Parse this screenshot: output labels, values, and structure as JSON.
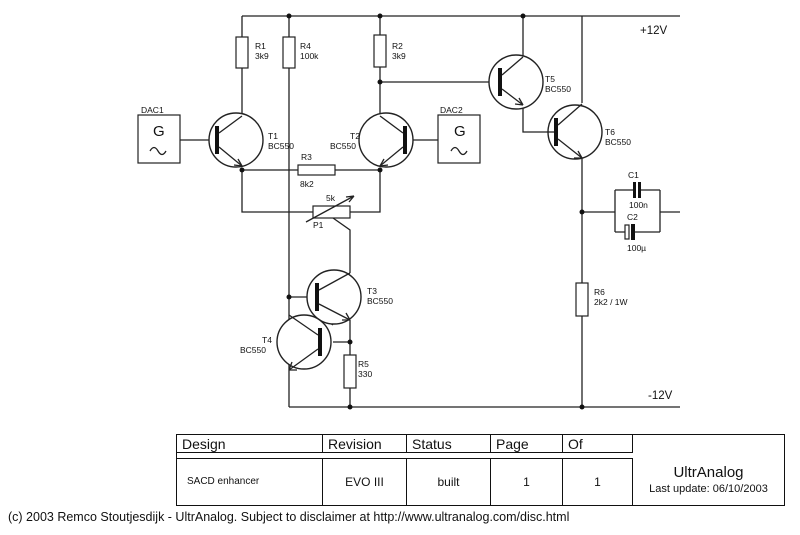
{
  "rails": {
    "top": "+12V",
    "bottom": "-12V"
  },
  "sources": [
    {
      "name": "DAC1",
      "symbol": "G"
    },
    {
      "name": "DAC2",
      "symbol": "G"
    }
  ],
  "resistors": [
    {
      "ref": "R1",
      "value": "3k9"
    },
    {
      "ref": "R4",
      "value": "100k"
    },
    {
      "ref": "R2",
      "value": "3k9"
    },
    {
      "ref": "R3",
      "value": "8k2"
    },
    {
      "ref": "R5",
      "value": "330"
    },
    {
      "ref": "R6",
      "value": "2k2 / 1W"
    }
  ],
  "potentiometer": {
    "ref": "P1",
    "value": "5k"
  },
  "transistors": [
    {
      "ref": "T1",
      "type": "BC550"
    },
    {
      "ref": "T2",
      "type": "BC550"
    },
    {
      "ref": "T3",
      "type": "BC550"
    },
    {
      "ref": "T4",
      "type": "BC550"
    },
    {
      "ref": "T5",
      "type": "BC550"
    },
    {
      "ref": "T6",
      "type": "BC550"
    }
  ],
  "capacitors": [
    {
      "ref": "C1",
      "value": "100n"
    },
    {
      "ref": "C2",
      "value": "100µ"
    }
  ],
  "title_block": {
    "headers": [
      "Design",
      "Revision",
      "Status",
      "Page",
      "Of"
    ],
    "values": [
      "SACD enhancer",
      "EVO III",
      "built",
      "1",
      "1"
    ],
    "brand": "UltrAnalog",
    "last_update": "Last update: 06/10/2003"
  },
  "footer": "(c) 2003 Remco Stoutjesdijk - UltrAnalog. Subject to disclaimer at http://www.ultranalog.com/disc.html"
}
